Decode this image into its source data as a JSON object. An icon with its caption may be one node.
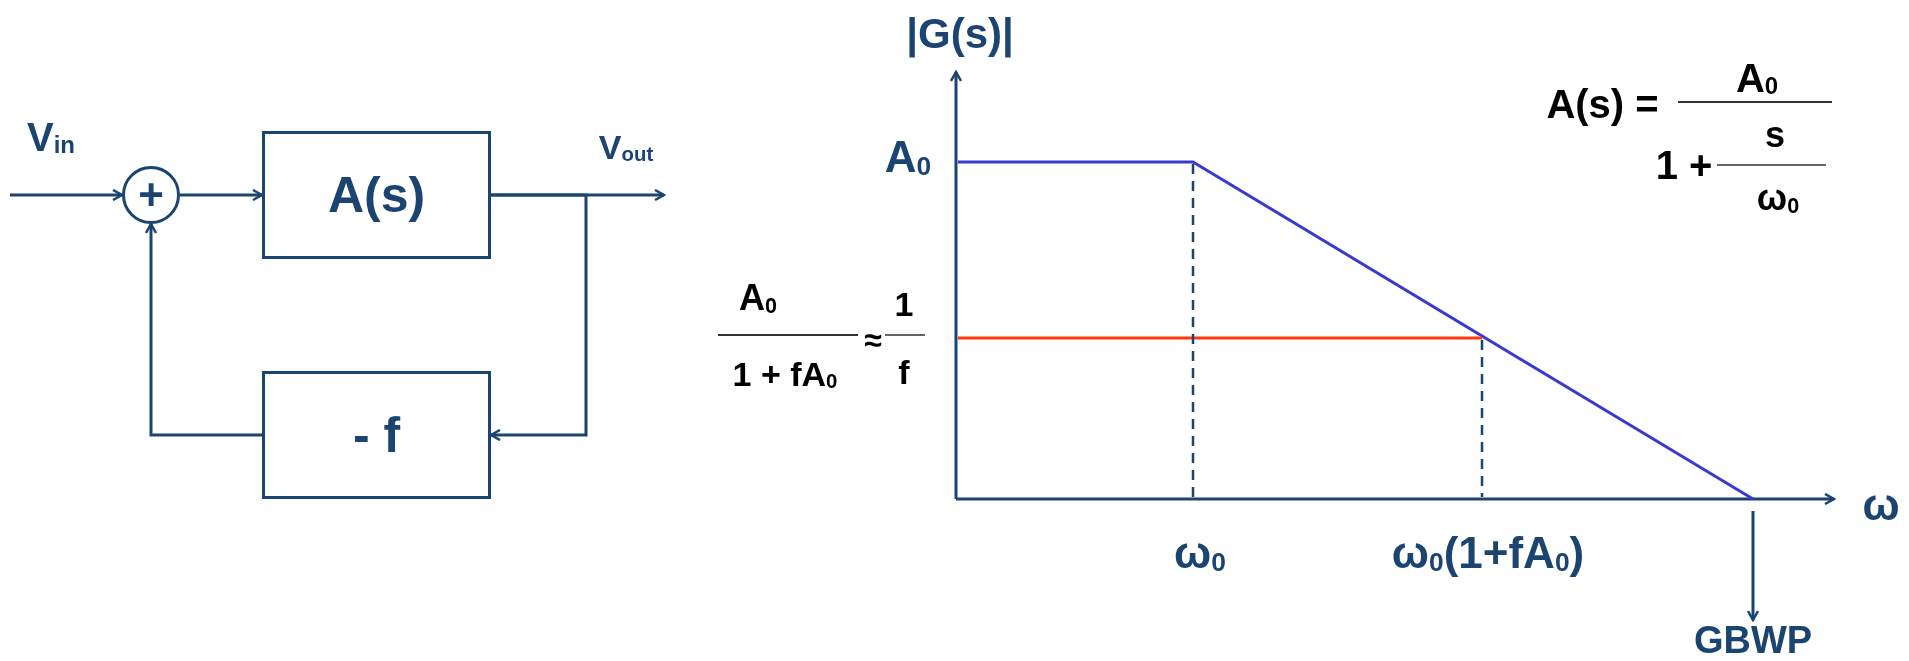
{
  "diagram": {
    "nodes": [
      {
        "text": [
          "+"
        ]
      },
      {
        "text": [
          "A(s)"
        ]
      },
      {
        "text": [
          "- f"
        ]
      },
      {
        "text": [
          "GBWP"
        ]
      }
    ],
    "edges": [
      {
        "from": null,
        "to": 0,
        "arrow": "to",
        "label": "V$_{in}$"
      },
      {
        "from": 0,
        "to": 1,
        "arrow": "to"
      },
      {
        "from": 1,
        "to": null,
        "arrow": "to",
        "label": "V$_{out}$"
      },
      {
        "from": 1,
        "to": 2,
        "arrow": "to"
      },
      {
        "from": 2,
        "to": 0,
        "arrow": "to"
      },
      {
        "from": null,
        "to": 3,
        "arrow": "to"
      }
    ],
    "labels": [
      "|G(s)|",
      "A(s) =",
      "A$_{0}$",
      "1 +",
      "s",
      "ω$_{0}$",
      "A$_{0}$",
      "A$_{0}$",
      "1 + fA$_{0}$",
      "≈",
      "1",
      "f",
      "ω",
      "ω$_{0}$",
      "ω$_{0}$(1+fA$_{0}$)"
    ]
  }
}
